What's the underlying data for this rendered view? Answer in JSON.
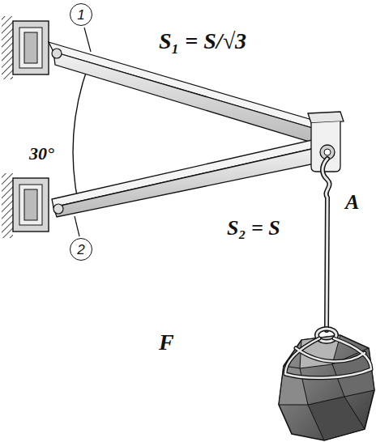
{
  "diagram": {
    "nodes": [
      {
        "text": [
          "1"
        ]
      },
      {
        "text": [
          "2"
        ]
      }
    ],
    "labels": [
      "S₁ = S/√3",
      "30°",
      "S₂ = S",
      "A",
      "F"
    ]
  }
}
